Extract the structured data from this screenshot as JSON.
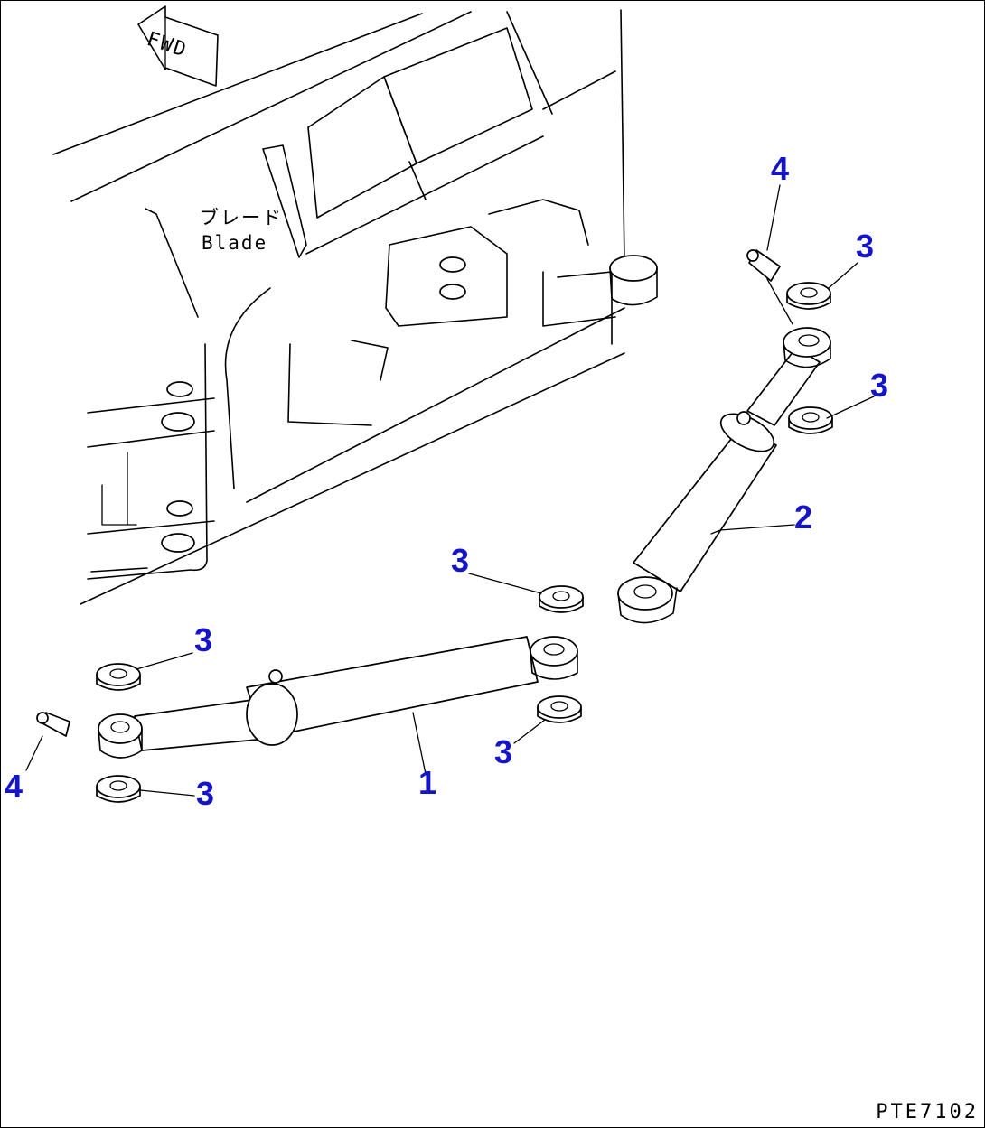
{
  "fwd_label": "FWD",
  "blade_label_jp": "ブレード",
  "blade_label_en": "Blade",
  "drawing_number": "PTE7102",
  "callouts": [
    {
      "id": "4"
    },
    {
      "id": "3"
    },
    {
      "id": "3"
    },
    {
      "id": "2"
    },
    {
      "id": "3"
    },
    {
      "id": "3"
    },
    {
      "id": "3"
    },
    {
      "id": "4"
    },
    {
      "id": "1"
    },
    {
      "id": "3"
    }
  ],
  "colors": {
    "callout": "#1414c8",
    "line": "#000000",
    "background": "#ffffff"
  }
}
